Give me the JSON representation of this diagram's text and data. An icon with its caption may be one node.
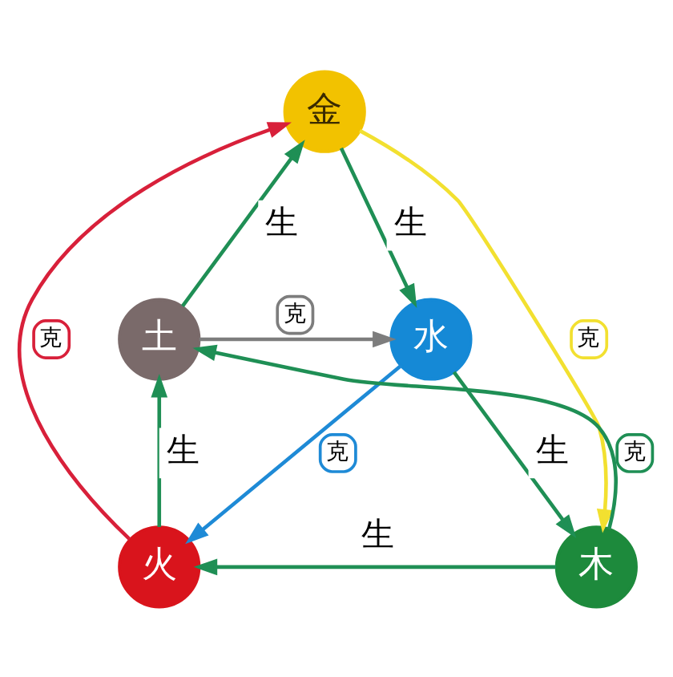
{
  "diagram": {
    "nodes": [
      {
        "text": [
          "金"
        ]
      },
      {
        "text": [
          "土"
        ]
      },
      {
        "text": [
          "水"
        ]
      },
      {
        "text": [
          "火"
        ]
      },
      {
        "text": [
          "木"
        ]
      }
    ],
    "edges": [
      {
        "from": 0,
        "to": 2,
        "arrow": "to",
        "label": "生"
      },
      {
        "from": 2,
        "to": 4,
        "arrow": "to",
        "label": "生"
      },
      {
        "from": 4,
        "to": 3,
        "arrow": "to",
        "label": "生"
      },
      {
        "from": 3,
        "to": 1,
        "arrow": "to",
        "label": "生"
      },
      {
        "from": 1,
        "to": 0,
        "arrow": "to",
        "label": "生"
      },
      {
        "from": 0,
        "to": 4,
        "arrow": "to",
        "label": "克",
        "color": "#f2e030"
      },
      {
        "from": 4,
        "to": 1,
        "arrow": "to",
        "label": "克"
      },
      {
        "from": 1,
        "to": 2,
        "arrow": "to",
        "label": "克",
        "color": "#7d7d7d"
      },
      {
        "from": 2,
        "to": 3,
        "arrow": "to",
        "label": "克",
        "color": "#1e8ad6"
      },
      {
        "from": 3,
        "to": 0,
        "arrow": "to",
        "label": "克",
        "color": "#d8203a"
      }
    ]
  }
}
